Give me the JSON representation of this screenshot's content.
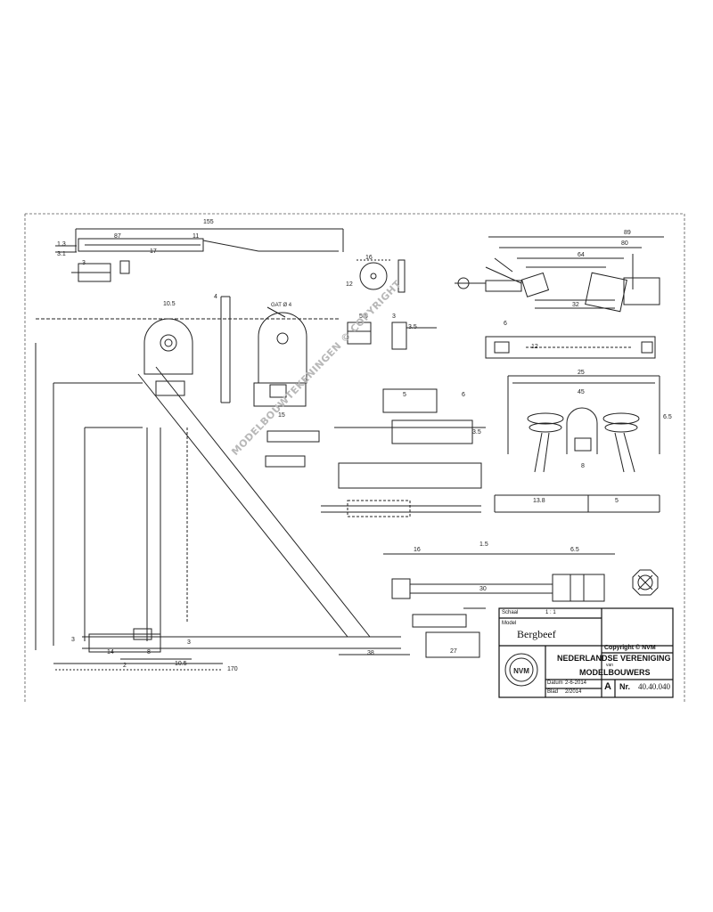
{
  "drawing": {
    "dims_top": [
      "155",
      "87",
      "11",
      "17",
      "1.3",
      "3.1",
      "3",
      "10.5",
      "4",
      "5.5",
      "3",
      "16",
      "12"
    ],
    "dims_detail": [
      "3.5",
      "6",
      "12",
      "5",
      "6",
      "3.5",
      "15"
    ],
    "dims_right": [
      "89",
      "80",
      "64",
      "32",
      "25",
      "45",
      "13.8",
      "5",
      "6.5",
      "8"
    ],
    "dims_bottom": [
      "14",
      "8",
      "3",
      "10.5",
      "170",
      "3",
      "2",
      "16",
      "1.5",
      "30",
      "6.5",
      "38",
      "27"
    ],
    "callout_label": "GAT Ø 4",
    "watermark": "MODELBOUWTEKENINGEN © COPYRIGHT"
  },
  "title_block": {
    "label_schaal": "Schaal",
    "value_schaal": "1 : 1",
    "label_model": "Model",
    "value_model": "Bergbeef",
    "label_copyright": "Copyright © NVM",
    "society_line1": "NEDERLANDSE VERENIGING",
    "society_line2": "van",
    "society_line3": "MODELBOUWERS",
    "label_datum": "Datum",
    "value_datum": "2-6-2014",
    "label_blad": "Blad",
    "value_blad": "2/2014",
    "sheet_size": "A",
    "label_nr": "Nr.",
    "value_nr": "40.40.040",
    "seal_text": "NVM"
  }
}
